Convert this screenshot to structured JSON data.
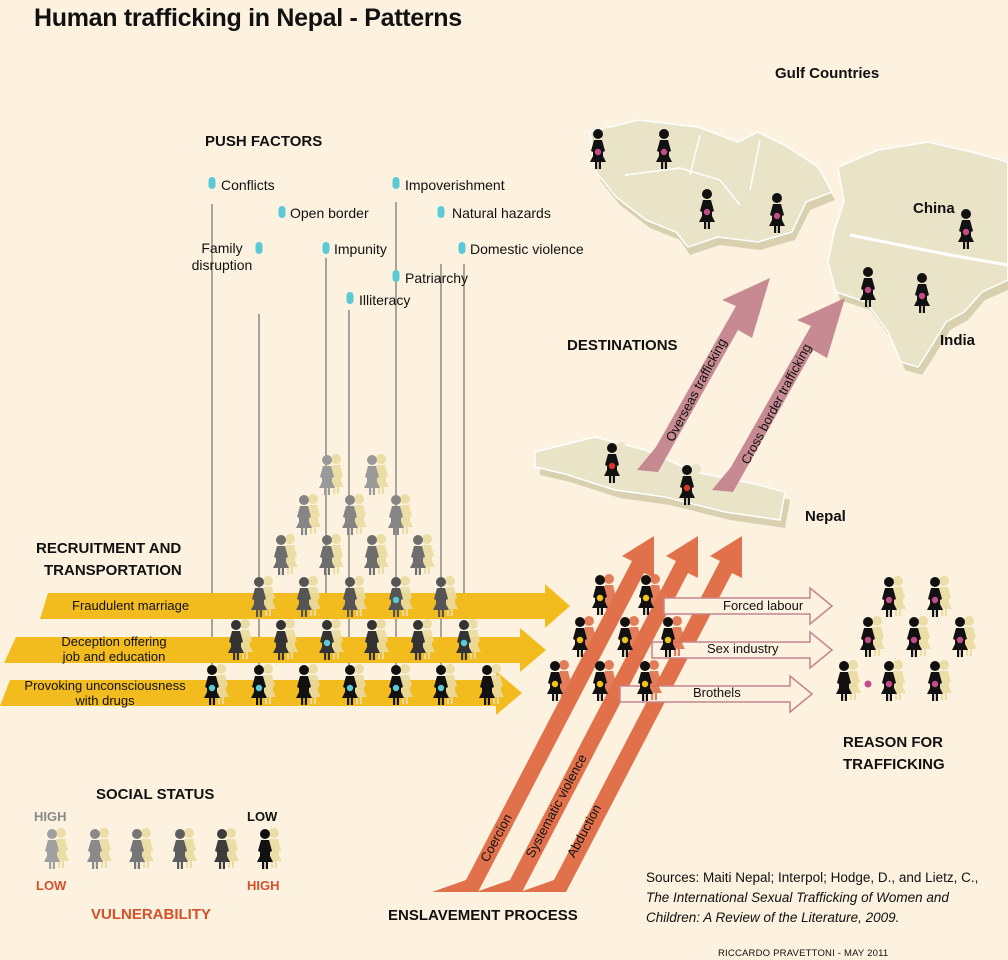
{
  "title": "Human trafficking in Nepal - Patterns",
  "push_factors": {
    "heading": "PUSH FACTORS",
    "items": [
      "Conflicts",
      "Open border",
      "Family disruption",
      "Impunity",
      "Illiteracy",
      "Impoverishment",
      "Natural hazards",
      "Patriarchy",
      "Domestic violence"
    ]
  },
  "recruitment": {
    "heading_line1": "RECRUITMENT AND",
    "heading_line2": "TRANSPORTATION",
    "arrows": [
      "Fraudulent marriage",
      "Deception offering job and education",
      "Provoking unconsciousness with drugs"
    ],
    "arrow2_line1": "Deception offering",
    "arrow2_line2": "job and education",
    "arrow3_line1": "Provoking unconsciousness",
    "arrow3_line2": "with drugs"
  },
  "destinations": {
    "heading": "DESTINATIONS",
    "regions": [
      "Gulf Countries",
      "China",
      "India",
      "Nepal"
    ],
    "routes": [
      "Overseas trafficking",
      "Cross border trafficking"
    ]
  },
  "reasons": {
    "heading_line1": "REASON FOR",
    "heading_line2": "TRAFFICKING",
    "items": [
      "Forced labour",
      "Sex industry",
      "Brothels"
    ]
  },
  "enslavement": {
    "heading": "ENSLAVEMENT PROCESS",
    "stages": [
      "Coercion",
      "Systematic violence",
      "Abduction"
    ]
  },
  "social_status": {
    "heading": "SOCIAL STATUS",
    "high": "HIGH",
    "low": "LOW",
    "vuln_low": "LOW",
    "vuln_high": "HIGH",
    "vulnerability": "VULNERABILITY"
  },
  "sources": {
    "prefix": "Sources: Maiti Nepal; Interpol; Hodge, D., and Lietz, C., ",
    "italic": "The International Sexual Trafficking of Women and Children: A Review of the Literature, 2009."
  },
  "credit": "RICCARDO PRAVETTONI - MAY 2011",
  "colors": {
    "background": "#FCF2DF",
    "yellow_arrow": "#F2BB1E",
    "orange_arrow": "#E0714B",
    "pink_arrow": "#C4848E",
    "land": "#E9E3C8",
    "vulnerability": "#D6502C",
    "cyan_marker": "#5CC9D6",
    "pink_dot": "#C24D8A",
    "yellow_dot": "#F2C318",
    "red_dot": "#D9362A"
  }
}
